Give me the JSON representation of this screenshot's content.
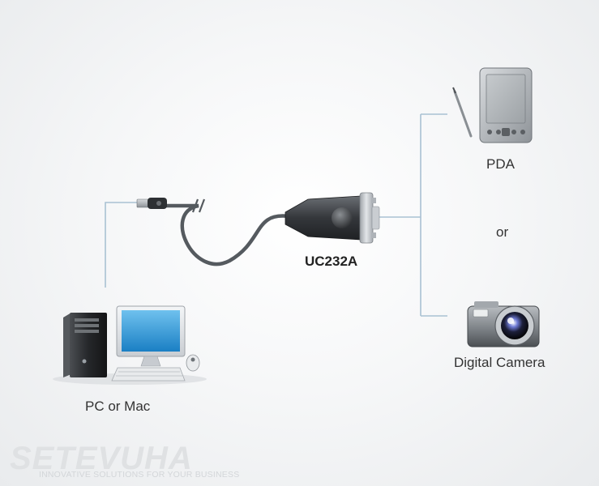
{
  "diagram": {
    "devices": {
      "pda_label": "PDA",
      "or_label": "or",
      "camera_label": "Digital Camera",
      "computer_label": "PC or Mac"
    },
    "adapter": {
      "model_label": "UC232A"
    }
  },
  "watermark": {
    "brand": "SETEVUHA",
    "tagline": "INNOVATIVE SOLUTIONS FOR YOUR BUSINESS"
  },
  "colors": {
    "connector_line": "#a9c1d3",
    "cable": "#555a5f",
    "adapter_body": "#3a3d41",
    "label_text": "#333333",
    "watermark": "#dfe1e3"
  }
}
